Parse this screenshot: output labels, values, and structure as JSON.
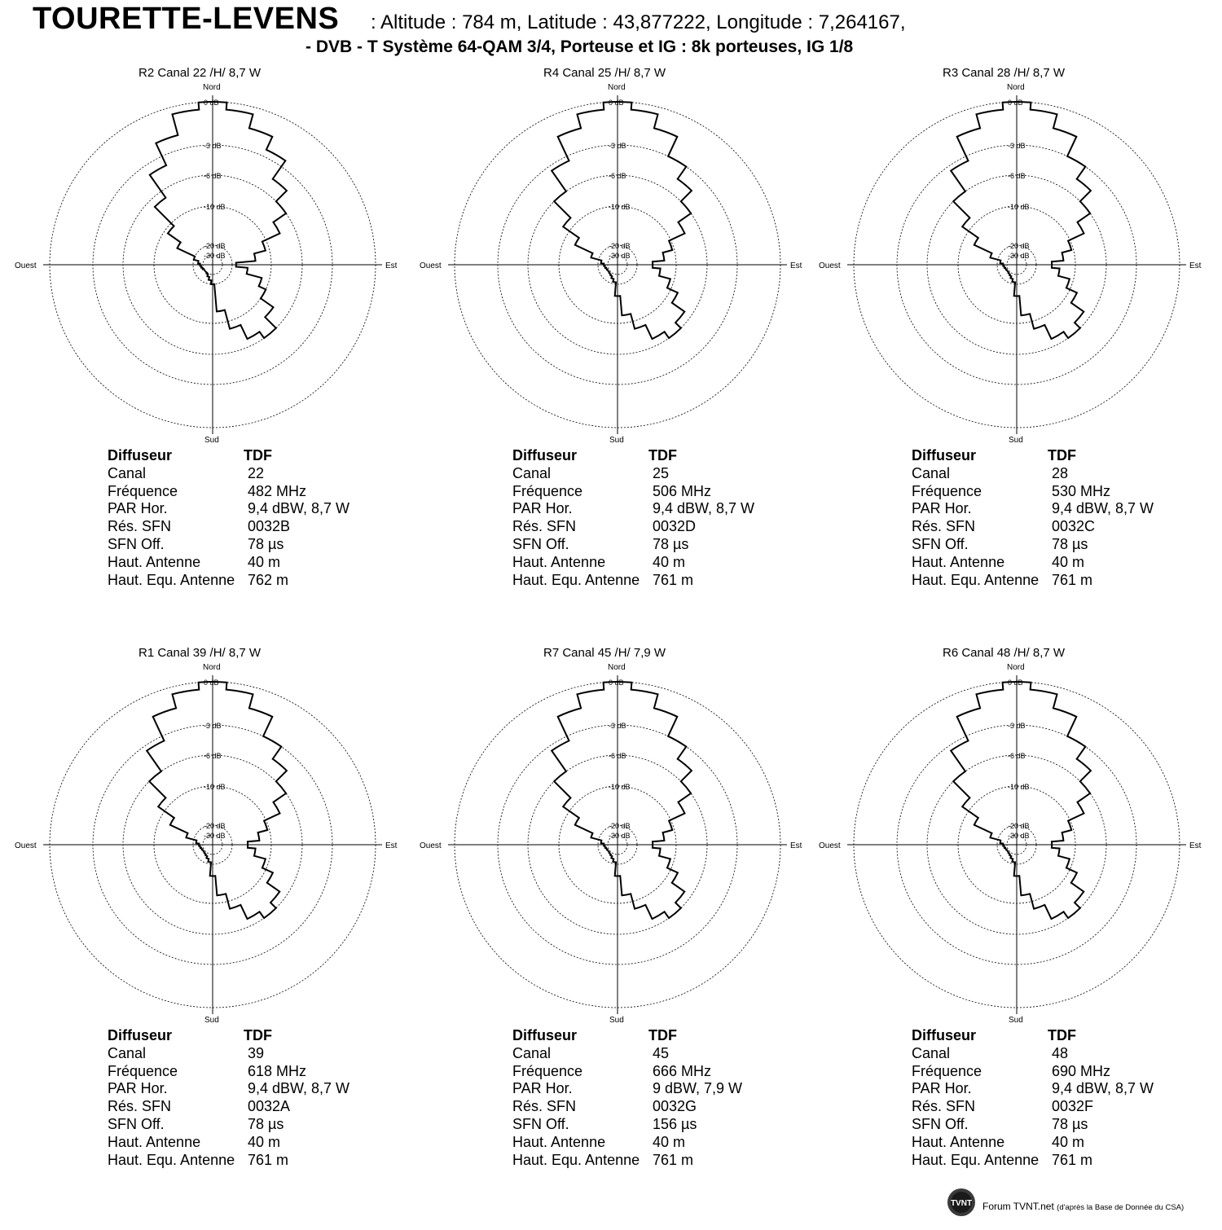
{
  "header": {
    "site_name": "TOURETTE-LEVENS",
    "coords": ": Altitude : 784 m, Latitude : 43,877222, Longitude : 7,264167,",
    "system": "- DVB - T    Système 64-QAM 3/4,  Porteuse et IG : 8k porteuses, IG 1/8"
  },
  "polar_labels": {
    "north": "Nord",
    "south": "Sud",
    "east": "Est",
    "west": "Ouest",
    "rings": [
      "0 dB",
      "-3 dB",
      "-6 dB",
      "-10 dB",
      "-20 dB",
      "-30 dB"
    ]
  },
  "info_keys": [
    "Diffuseur",
    "Canal",
    "Fréquence",
    "PAR Hor.",
    "Rés. SFN",
    "SFN Off.",
    "Haut. Antenne",
    "Haut. Equ. Antenne"
  ],
  "panels": [
    {
      "title": "R2   Canal 22 /H/  8,7 W",
      "diffuseur": "TDF",
      "canal": "22",
      "frequence": "482 MHz",
      "par": "9,4 dBW, 8,7 W",
      "sfn": "0032B",
      "sfn_off": "78 µs",
      "haut": "40 m",
      "haut_equ": "762 m"
    },
    {
      "title": "R4   Canal 25 /H/  8,7 W",
      "diffuseur": "TDF",
      "canal": "25",
      "frequence": "506 MHz",
      "par": "9,4 dBW, 8,7 W",
      "sfn": "0032D",
      "sfn_off": "78 µs",
      "haut": "40 m",
      "haut_equ": "761 m"
    },
    {
      "title": "R3   Canal 28 /H/  8,7 W",
      "diffuseur": "TDF",
      "canal": "28",
      "frequence": "530 MHz",
      "par": "9,4 dBW, 8,7 W",
      "sfn": "0032C",
      "sfn_off": "78 µs",
      "haut": "40 m",
      "haut_equ": "761 m"
    },
    {
      "title": "R1   Canal 39 /H/  8,7 W",
      "diffuseur": "TDF",
      "canal": "39",
      "frequence": "618 MHz",
      "par": "9,4 dBW, 8,7 W",
      "sfn": "0032A",
      "sfn_off": "78 µs",
      "haut": "40 m",
      "haut_equ": "761 m"
    },
    {
      "title": "R7   Canal 45 /H/  7,9 W",
      "diffuseur": "TDF",
      "canal": "45",
      "frequence": "666 MHz",
      "par": "9 dBW, 7,9 W",
      "sfn": "0032G",
      "sfn_off": "156 µs",
      "haut": "40 m",
      "haut_equ": "761 m"
    },
    {
      "title": "R6   Canal 48 /H/  8,7 W",
      "diffuseur": "TDF",
      "canal": "48",
      "frequence": "690 MHz",
      "par": "9,4 dBW, 8,7 W",
      "sfn": "0032F",
      "sfn_off": "78 µs",
      "haut": "40 m",
      "haut_equ": "761 m"
    }
  ],
  "chart_data": [
    {
      "type": "polar",
      "title": "R2   Canal 22 /H/  8,7 W",
      "angles_deg": [
        0,
        10,
        20,
        30,
        40,
        50,
        60,
        70,
        80,
        90,
        100,
        110,
        120,
        130,
        140,
        150,
        160,
        170,
        180,
        190,
        200,
        210,
        220,
        230,
        240,
        250,
        260,
        270,
        280,
        290,
        300,
        310,
        320,
        330,
        340,
        350
      ],
      "values_db": [
        0,
        -0.5,
        -1.5,
        -2.5,
        -4.5,
        -6,
        -8,
        -11,
        -14,
        -19,
        -16,
        -12,
        -10,
        -8,
        -6,
        -7,
        -9,
        -13,
        -20,
        -24,
        -27,
        -29,
        -30,
        -30,
        -30,
        -29,
        -28,
        -27,
        -25,
        -20,
        -15,
        -11,
        -7,
        -4,
        -2,
        -0.5
      ]
    },
    {
      "type": "polar",
      "title": "R4   Canal 25 /H/  8,7 W",
      "angles_deg": [
        0,
        10,
        20,
        30,
        40,
        50,
        60,
        70,
        80,
        90,
        100,
        110,
        120,
        130,
        140,
        150,
        160,
        170,
        180,
        190,
        200,
        210,
        220,
        230,
        240,
        250,
        260,
        270,
        280,
        290,
        300,
        310,
        320,
        330,
        340,
        350
      ],
      "values_db": [
        0,
        -0.5,
        -1.5,
        -3,
        -4.5,
        -6,
        -8,
        -10.5,
        -13,
        -16,
        -14,
        -11,
        -9,
        -7,
        -6,
        -7,
        -9,
        -12,
        -17,
        -22,
        -25,
        -27,
        -28,
        -28.5,
        -28.5,
        -28,
        -27,
        -26,
        -23,
        -18,
        -13,
        -9,
        -6,
        -3.5,
        -1.5,
        -0.5
      ]
    },
    {
      "type": "polar",
      "title": "R3   Canal 28 /H/  8,7 W",
      "angles_deg": [
        0,
        10,
        20,
        30,
        40,
        50,
        60,
        70,
        80,
        90,
        100,
        110,
        120,
        130,
        140,
        150,
        160,
        170,
        180,
        190,
        200,
        210,
        220,
        230,
        240,
        250,
        260,
        270,
        280,
        290,
        300,
        310,
        320,
        330,
        340,
        350
      ],
      "values_db": [
        0,
        -0.5,
        -1.5,
        -3,
        -4.5,
        -6,
        -8,
        -10.5,
        -13,
        -16,
        -14,
        -11,
        -9,
        -7,
        -6,
        -7,
        -9,
        -12,
        -17,
        -22,
        -25,
        -27,
        -28,
        -28.5,
        -28.5,
        -28,
        -27,
        -26,
        -23,
        -18,
        -13,
        -9,
        -6,
        -3.5,
        -1.5,
        -0.5
      ]
    },
    {
      "type": "polar",
      "title": "R1   Canal 39 /H/  8,7 W",
      "angles_deg": [
        0,
        10,
        20,
        30,
        40,
        50,
        60,
        70,
        80,
        90,
        100,
        110,
        120,
        130,
        140,
        150,
        160,
        170,
        180,
        190,
        200,
        210,
        220,
        230,
        240,
        250,
        260,
        270,
        280,
        290,
        300,
        310,
        320,
        330,
        340,
        350
      ],
      "values_db": [
        0,
        -0.5,
        -1.5,
        -3,
        -4.5,
        -6,
        -8,
        -10.5,
        -13,
        -16,
        -14,
        -11,
        -9,
        -7,
        -6,
        -7,
        -9,
        -12,
        -17,
        -22,
        -25,
        -27,
        -28,
        -28.5,
        -28.5,
        -28,
        -27,
        -26,
        -23,
        -18,
        -13,
        -9,
        -6,
        -3.5,
        -1.5,
        -0.5
      ]
    },
    {
      "type": "polar",
      "title": "R7   Canal 45 /H/  7,9 W",
      "angles_deg": [
        0,
        10,
        20,
        30,
        40,
        50,
        60,
        70,
        80,
        90,
        100,
        110,
        120,
        130,
        140,
        150,
        160,
        170,
        180,
        190,
        200,
        210,
        220,
        230,
        240,
        250,
        260,
        270,
        280,
        290,
        300,
        310,
        320,
        330,
        340,
        350
      ],
      "values_db": [
        0,
        -0.5,
        -1.5,
        -3,
        -4.5,
        -6,
        -8,
        -10.5,
        -13,
        -16,
        -14,
        -11,
        -9,
        -7,
        -6,
        -7,
        -9,
        -12,
        -17,
        -22,
        -25,
        -27,
        -28,
        -28.5,
        -28.5,
        -28,
        -27,
        -26,
        -23,
        -18,
        -13,
        -9,
        -6,
        -3.5,
        -1.5,
        -0.5
      ]
    },
    {
      "type": "polar",
      "title": "R6   Canal 48 /H/  8,7 W",
      "angles_deg": [
        0,
        10,
        20,
        30,
        40,
        50,
        60,
        70,
        80,
        90,
        100,
        110,
        120,
        130,
        140,
        150,
        160,
        170,
        180,
        190,
        200,
        210,
        220,
        230,
        240,
        250,
        260,
        270,
        280,
        290,
        300,
        310,
        320,
        330,
        340,
        350
      ],
      "values_db": [
        0,
        -0.5,
        -1.5,
        -3,
        -4.5,
        -6,
        -8,
        -10.5,
        -13,
        -16,
        -14,
        -11,
        -9,
        -7,
        -6,
        -7,
        -9,
        -12,
        -17,
        -22,
        -25,
        -27,
        -28,
        -28.5,
        -28.5,
        -28,
        -27,
        -26,
        -23,
        -18,
        -13,
        -9,
        -6,
        -3.5,
        -1.5,
        -0.5
      ]
    }
  ],
  "footer": {
    "logo_text": "TVNT",
    "credit": "Forum TVNT.net",
    "credit_small": "(d'après la Base de Donnée du CSA)"
  }
}
